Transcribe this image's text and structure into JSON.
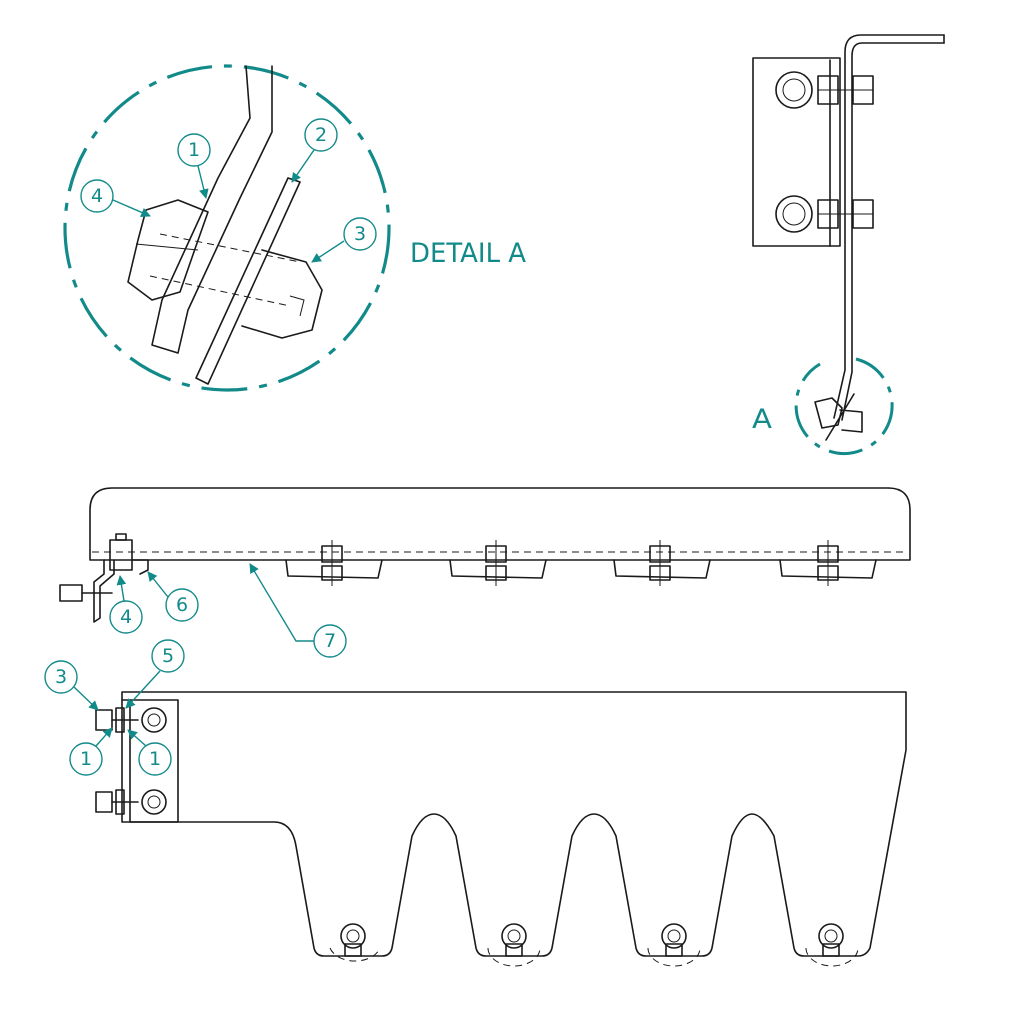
{
  "drawing": {
    "detail_title": "DETAIL A",
    "detail_ref": "A"
  },
  "balloons": {
    "detail_1": "1",
    "detail_2": "2",
    "detail_3": "3",
    "detail_4": "4",
    "front_4": "4",
    "front_6": "6",
    "front_7": "7",
    "plan_3": "3",
    "plan_5": "5",
    "plan_1_left": "1",
    "plan_1_right": "1"
  },
  "colors": {
    "annotation": "#138a8a",
    "linework": "#1a1a1a",
    "background": "#ffffff"
  }
}
